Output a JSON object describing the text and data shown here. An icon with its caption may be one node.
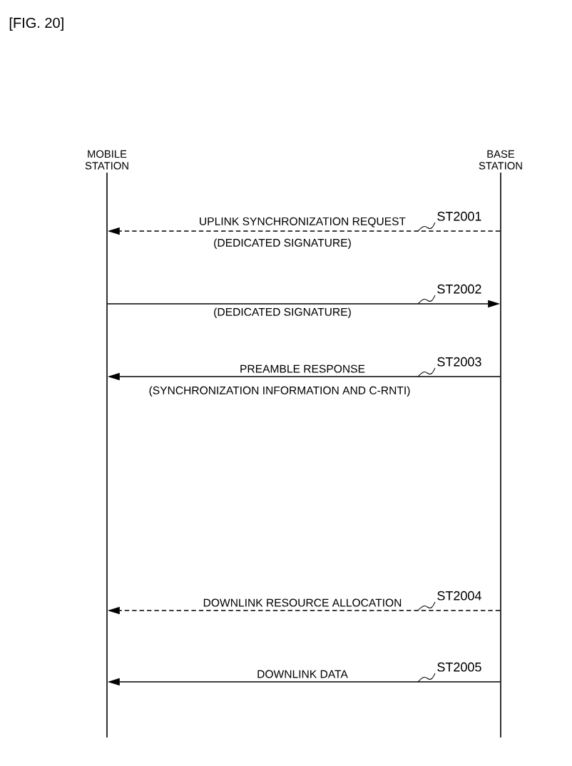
{
  "diagram": {
    "title": "[FIG. 20]",
    "nodes": [
      {
        "text": [],
        "shape": "line",
        "beside": [
          "MOBILE STATION"
        ]
      },
      {
        "text": [],
        "shape": "line",
        "beside": [
          "BASE STATION"
        ]
      },
      {
        "text": [
          "ST2001"
        ]
      },
      {
        "text": [
          "ST2002"
        ]
      },
      {
        "text": [
          "ST2003"
        ]
      },
      {
        "text": [
          "ST2004"
        ]
      },
      {
        "text": [
          "ST2005"
        ]
      }
    ],
    "edges": [
      {
        "from": 1,
        "to": 0,
        "arrow": "to",
        "style": "dashed",
        "label": "UPLINK SYNCHRONIZATION REQUEST"
      },
      {
        "from": 0,
        "to": 1,
        "arrow": "to",
        "label": "(DEDICATED SIGNATURE)"
      },
      {
        "from": 1,
        "to": 0,
        "arrow": "to",
        "label": "PREAMBLE RESPONSE"
      },
      {
        "from": 1,
        "to": 0,
        "arrow": "to",
        "style": "dashed",
        "label": "DOWNLINK RESOURCE ALLOCATION"
      },
      {
        "from": 1,
        "to": 0,
        "arrow": "to",
        "label": "DOWNLINK DATA"
      },
      {
        "from": 2,
        "to": null,
        "arrow": "none"
      },
      {
        "from": 3,
        "to": null,
        "arrow": "none"
      },
      {
        "from": 4,
        "to": null,
        "arrow": "none"
      },
      {
        "from": 5,
        "to": null,
        "arrow": "none"
      },
      {
        "from": 6,
        "to": null,
        "arrow": "none"
      }
    ],
    "labels": [
      "(DEDICATED SIGNATURE)",
      "(SYNCHRONIZATION INFORMATION AND C-RNTI)"
    ]
  }
}
